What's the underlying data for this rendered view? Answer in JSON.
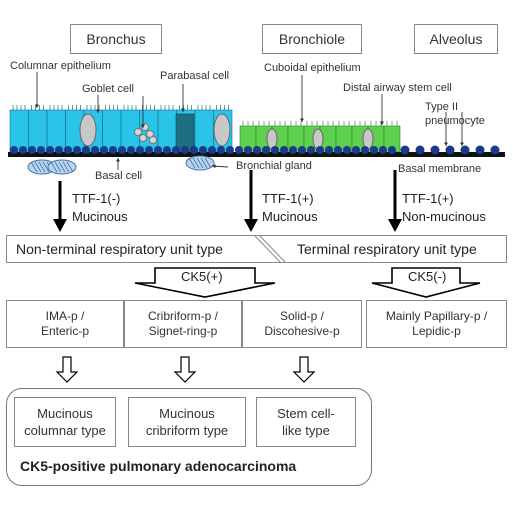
{
  "headers": {
    "bronchus": "Bronchus",
    "bronchiole": "Bronchiole",
    "alveolus": "Alveolus"
  },
  "anatomy_labels": {
    "columnar_epithelium": "Columnar epithelium",
    "goblet_cell": "Goblet cell",
    "parabasal_cell": "Parabasal cell",
    "cuboidal_epithelium": "Cuboidal epithelium",
    "distal_airway_stem_cell": "Distal airway stem cell",
    "type2_pneumocyte": "Type II\npneumocyte",
    "basal_cell": "Basal cell",
    "bronchial_gland": "Bronchial gland",
    "basal_membrane": "Basal membrane"
  },
  "markers": {
    "left": "TTF-1(-)\nMucinous",
    "middle": "TTF-1(+)\nMucinous",
    "right": "TTF-1(+)\nNon-mucinous"
  },
  "unit_types": {
    "non_terminal": "Non-terminal respiratory unit type",
    "terminal": "Terminal respiratory unit type"
  },
  "ck5": {
    "positive": "CK5(+)",
    "negative": "CK5(-)"
  },
  "patterns": [
    "IMA-p /\nEnteric-p",
    "Cribriform-p /\nSignet-ring-p",
    "Solid-p /\nDiscohesive-p",
    "Mainly Papillary-p /\nLepidic-p"
  ],
  "types": [
    "Mucinous\ncolumnar type",
    "Mucinous\ncribriform type",
    "Stem cell-\nlike type"
  ],
  "summary": "CK5-positive pulmonary adenocarcinoma",
  "colors": {
    "bronchus_epithelium": "#29c4e8",
    "bronchiole_epithelium": "#5dd04f",
    "nucleus": "#1a3a8a",
    "goblet": "#c8c8c8",
    "parabasal": "#1b6f7e"
  }
}
